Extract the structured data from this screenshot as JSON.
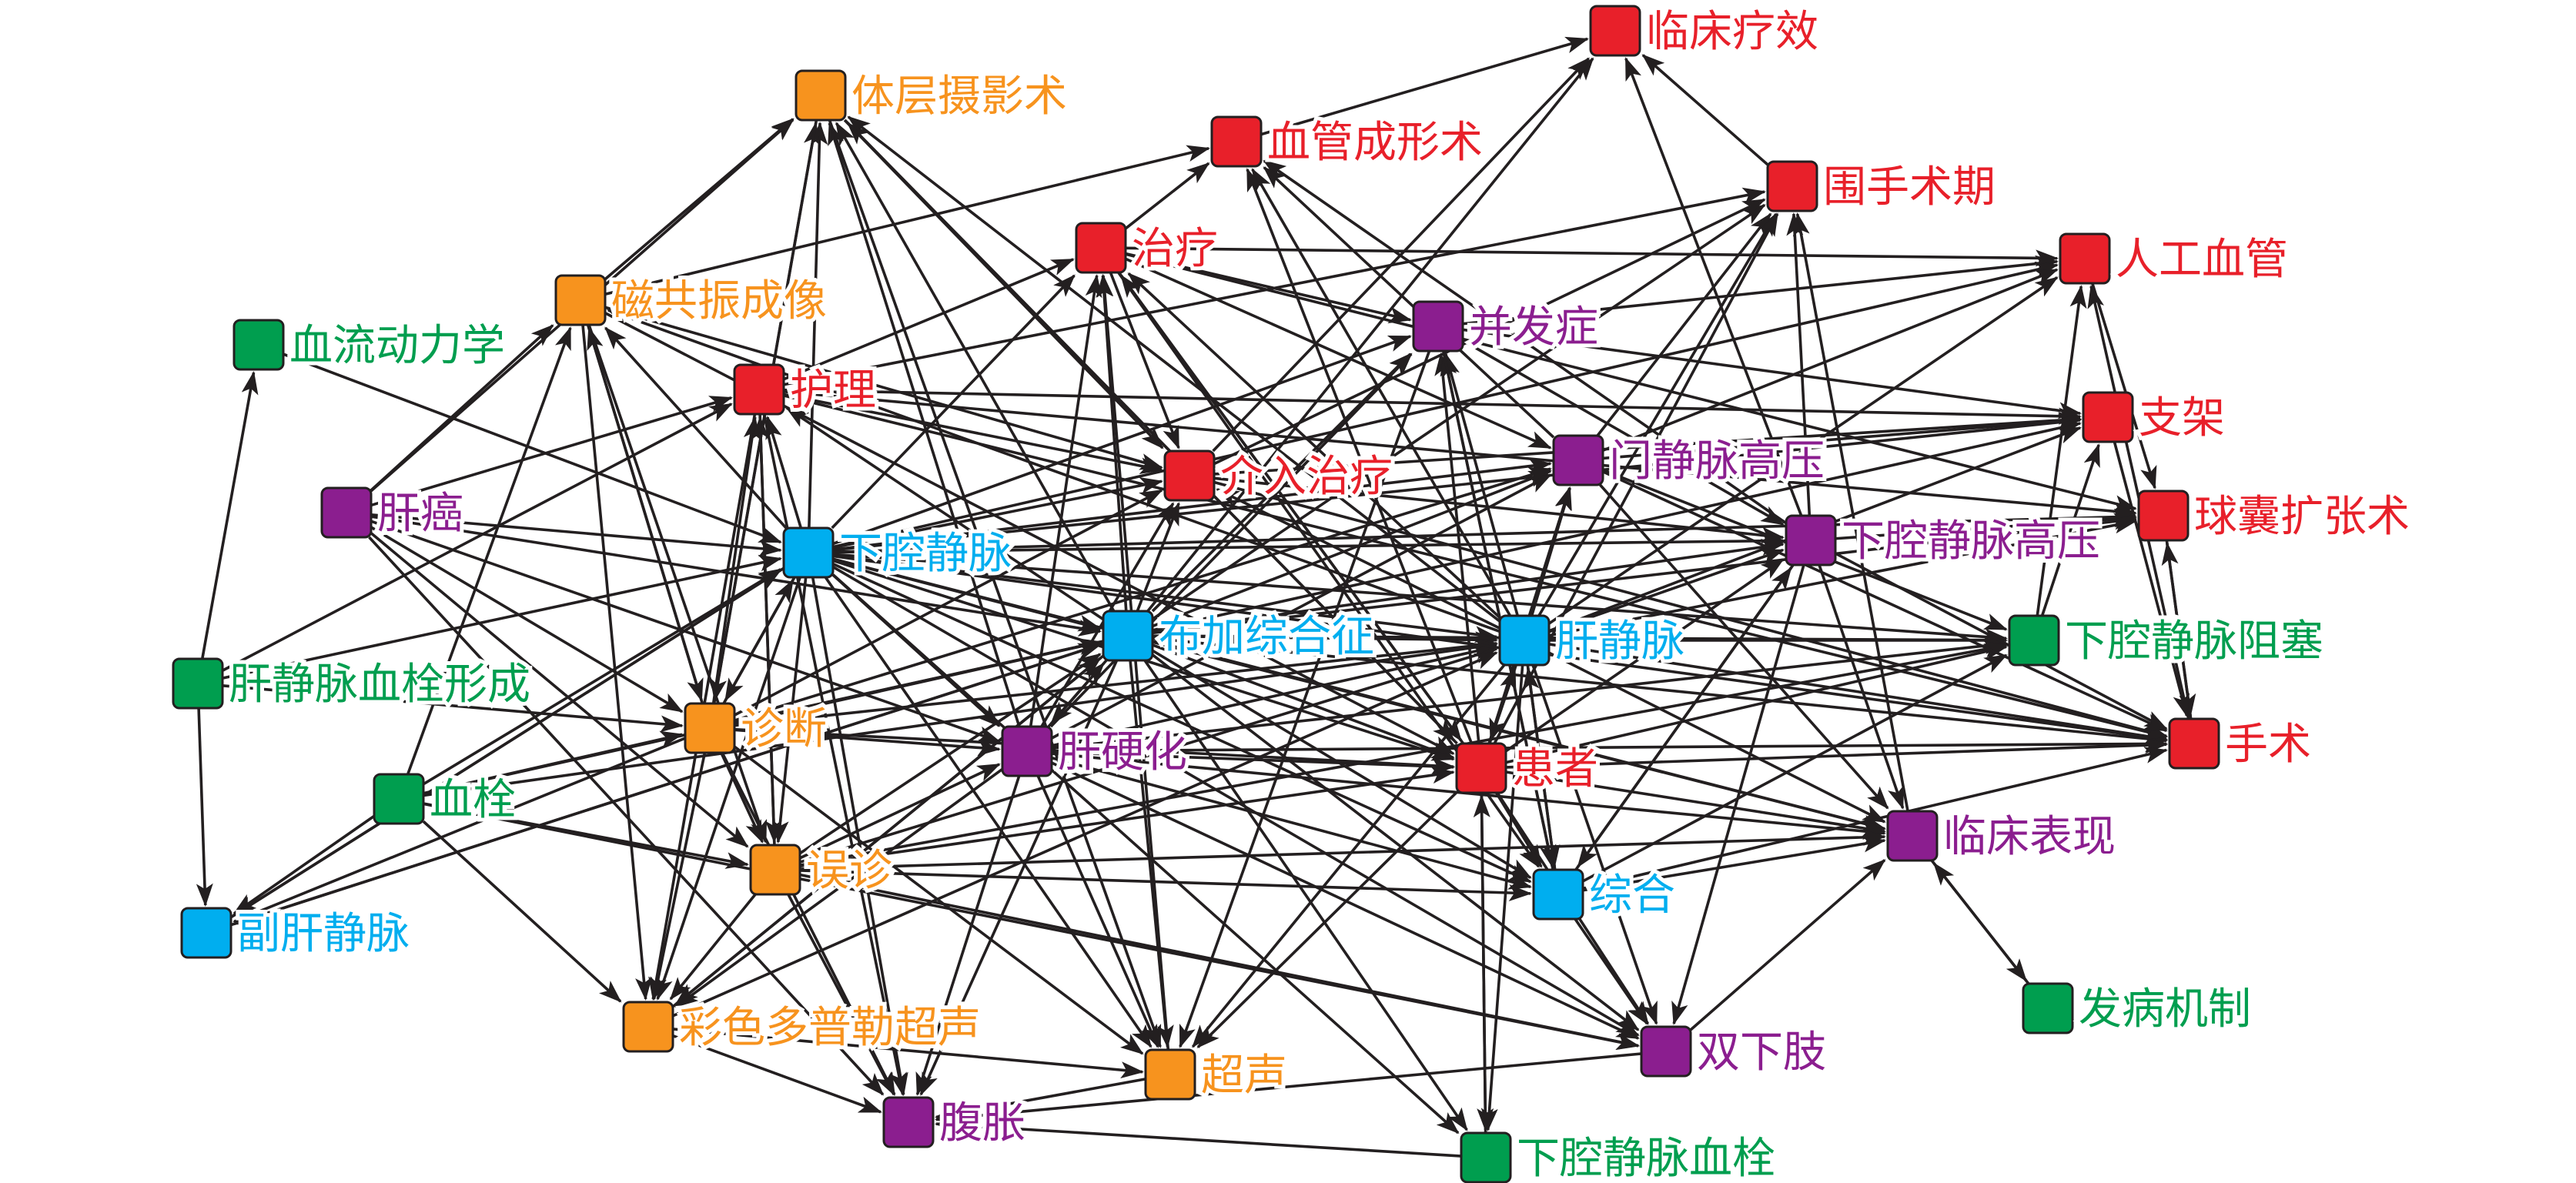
{
  "graph": {
    "colors": {
      "red": "#e8202a",
      "orange": "#f7931e",
      "blue": "#00aeef",
      "purple": "#8b1e8f",
      "green": "#009e4f",
      "edge": "#231f20"
    },
    "nodes": [
      {
        "id": "linchuangliaoxiao",
        "label": "临床疗效",
        "color": "red"
      },
      {
        "id": "tiqengsheying",
        "label": "体层摄影术",
        "color": "orange"
      },
      {
        "id": "xueguanchengxing",
        "label": "血管成形术",
        "color": "red"
      },
      {
        "id": "weishoushuqi",
        "label": "围手术期",
        "color": "red"
      },
      {
        "id": "zhiliao",
        "label": "治疗",
        "color": "red"
      },
      {
        "id": "rengongxueguan",
        "label": "人工血管",
        "color": "red"
      },
      {
        "id": "cigongzhen",
        "label": "磁共振成像",
        "color": "orange"
      },
      {
        "id": "bingfazheng",
        "label": "并发症",
        "color": "purple"
      },
      {
        "id": "xueliudonglixue",
        "label": "血流动力学",
        "color": "green"
      },
      {
        "id": "huli",
        "label": "护理",
        "color": "red"
      },
      {
        "id": "zhijia",
        "label": "支架",
        "color": "red"
      },
      {
        "id": "jieruzhiliao",
        "label": "介入治疗",
        "color": "red"
      },
      {
        "id": "menjingmaigaoya",
        "label": "门静脉高压",
        "color": "purple"
      },
      {
        "id": "ganai",
        "label": "肝癌",
        "color": "purple"
      },
      {
        "id": "qiunangkuozhang",
        "label": "球囊扩张术",
        "color": "red"
      },
      {
        "id": "xiaqiangjingmai",
        "label": "下腔静脉",
        "color": "blue"
      },
      {
        "id": "xiaqiangjingmaigaoya",
        "label": "下腔静脉高压",
        "color": "purple"
      },
      {
        "id": "bujiazonghezheng",
        "label": "布加综合征",
        "color": "blue"
      },
      {
        "id": "ganjingmai",
        "label": "肝静脉",
        "color": "blue"
      },
      {
        "id": "xiaqiangzusai",
        "label": "下腔静脉阻塞",
        "color": "green"
      },
      {
        "id": "ganjingmaixueshuan",
        "label": "肝静脉血栓形成",
        "color": "green"
      },
      {
        "id": "zhenduan",
        "label": "诊断",
        "color": "orange"
      },
      {
        "id": "shoushu",
        "label": "手术",
        "color": "red"
      },
      {
        "id": "ganyinghua",
        "label": "肝硬化",
        "color": "purple"
      },
      {
        "id": "huanzhe",
        "label": "患者",
        "color": "red"
      },
      {
        "id": "xueshuan",
        "label": "血栓",
        "color": "green"
      },
      {
        "id": "linchuangbiaoxian",
        "label": "临床表现",
        "color": "purple"
      },
      {
        "id": "wuzhen",
        "label": "误诊",
        "color": "orange"
      },
      {
        "id": "zonghe",
        "label": "综合",
        "color": "blue"
      },
      {
        "id": "fuganjingmai",
        "label": "副肝静脉",
        "color": "blue"
      },
      {
        "id": "fabingjizhi",
        "label": "发病机制",
        "color": "green"
      },
      {
        "id": "caisedopule",
        "label": "彩色多普勒超声",
        "color": "orange"
      },
      {
        "id": "shuangxiazhi",
        "label": "双下肢",
        "color": "purple"
      },
      {
        "id": "chaosheng",
        "label": "超声",
        "color": "orange"
      },
      {
        "id": "fuzhang",
        "label": "腹胀",
        "color": "purple"
      },
      {
        "id": "xiaqiangxueshuan",
        "label": "下腔静脉血栓",
        "color": "green"
      }
    ],
    "edges": [
      [
        "weishoushuqi",
        "linchuangliaoxiao"
      ],
      [
        "xiaqiangjingmaigaoya",
        "linchuangliaoxiao"
      ],
      [
        "bujiazonghezheng",
        "linchuangliaoxiao"
      ],
      [
        "jieruzhiliao",
        "linchuangliaoxiao"
      ],
      [
        "xueguanchengxing",
        "linchuangliaoxiao"
      ],
      [
        "cigongzhen",
        "tiqengsheying"
      ],
      [
        "xiaqiangjingmai",
        "tiqengsheying"
      ],
      [
        "ganyinghua",
        "tiqengsheying"
      ],
      [
        "ganjingmai",
        "tiqengsheying"
      ],
      [
        "huanzhe",
        "tiqengsheying"
      ],
      [
        "bujiazonghezheng",
        "tiqengsheying"
      ],
      [
        "ganai",
        "tiqengsheying"
      ],
      [
        "zhenduan",
        "tiqengsheying"
      ],
      [
        "cigongzhen",
        "xueguanchengxing"
      ],
      [
        "ganjingmai",
        "xueguanchengxing"
      ],
      [
        "xiaqiangjingmaigaoya",
        "xueguanchengxing"
      ],
      [
        "huanzhe",
        "xueguanchengxing"
      ],
      [
        "menjingmaigaoya",
        "xueguanchengxing"
      ],
      [
        "zhiliao",
        "xueguanchengxing"
      ],
      [
        "huli",
        "weishoushuqi"
      ],
      [
        "bujiazonghezheng",
        "weishoushuqi"
      ],
      [
        "ganjingmai",
        "weishoushuqi"
      ],
      [
        "menjingmaigaoya",
        "weishoushuqi"
      ],
      [
        "linchuangbiaoxian",
        "weishoushuqi"
      ],
      [
        "huanzhe",
        "weishoushuqi"
      ],
      [
        "xiaqiangjingmaigaoya",
        "weishoushuqi"
      ],
      [
        "jieruzhiliao",
        "weishoushuqi"
      ],
      [
        "huli",
        "zhiliao"
      ],
      [
        "xiaqiangjingmai",
        "zhiliao"
      ],
      [
        "ganyinghua",
        "zhiliao"
      ],
      [
        "ganjingmai",
        "zhiliao"
      ],
      [
        "huanzhe",
        "zhiliao"
      ],
      [
        "bujiazonghezheng",
        "zhiliao"
      ],
      [
        "chaosheng",
        "zhiliao"
      ],
      [
        "bingfazheng",
        "rengongxueguan"
      ],
      [
        "xiaqiangjingmai",
        "rengongxueguan"
      ],
      [
        "ganjingmai",
        "rengongxueguan"
      ],
      [
        "xiaqiangzusai",
        "rengongxueguan"
      ],
      [
        "shoushu",
        "rengongxueguan"
      ],
      [
        "menjingmaigaoya",
        "rengongxueguan"
      ],
      [
        "zhiliao",
        "rengongxueguan"
      ],
      [
        "ganjingmaixueshuan",
        "xueliudonglixue"
      ],
      [
        "ganjingmaixueshuan",
        "fuganjingmai"
      ],
      [
        "xiaqiangjingmai",
        "cigongzhen"
      ],
      [
        "ganai",
        "cigongzhen"
      ],
      [
        "xueshuan",
        "cigongzhen"
      ],
      [
        "zhenduan",
        "cigongzhen"
      ],
      [
        "ganjingmai",
        "cigongzhen"
      ],
      [
        "zhiliao",
        "bingfazheng"
      ],
      [
        "xiaqiangjingmai",
        "bingfazheng"
      ],
      [
        "ganjingmai",
        "bingfazheng"
      ],
      [
        "bujiazonghezheng",
        "bingfazheng"
      ],
      [
        "huanzhe",
        "bingfazheng"
      ],
      [
        "zonghe",
        "bingfazheng"
      ],
      [
        "ganyinghua",
        "bingfazheng"
      ],
      [
        "ganai",
        "huli"
      ],
      [
        "xiaqiangjingmai",
        "huli"
      ],
      [
        "ganjingmaixueshuan",
        "huli"
      ],
      [
        "zhenduan",
        "huli"
      ],
      [
        "wuzhen",
        "huli"
      ],
      [
        "bujiazonghezheng",
        "huli"
      ],
      [
        "jieruzhiliao",
        "zhijia"
      ],
      [
        "xiaqiangjingmai",
        "zhijia"
      ],
      [
        "ganjingmai",
        "zhijia"
      ],
      [
        "xiaqiangzusai",
        "zhijia"
      ],
      [
        "bujiazonghezheng",
        "zhijia"
      ],
      [
        "menjingmaigaoya",
        "zhijia"
      ],
      [
        "huli",
        "zhijia"
      ],
      [
        "bingfazheng",
        "zhijia"
      ],
      [
        "huli",
        "jieruzhiliao"
      ],
      [
        "xiaqiangjingmai",
        "jieruzhiliao"
      ],
      [
        "bujiazonghezheng",
        "jieruzhiliao"
      ],
      [
        "ganjingmai",
        "jieruzhiliao"
      ],
      [
        "cigongzhen",
        "jieruzhiliao"
      ],
      [
        "zhiliao",
        "jieruzhiliao"
      ],
      [
        "ganyinghua",
        "jieruzhiliao"
      ],
      [
        "zhenduan",
        "jieruzhiliao"
      ],
      [
        "tiqengsheying",
        "jieruzhiliao"
      ],
      [
        "xiaqiangjingmai",
        "menjingmaigaoya"
      ],
      [
        "bujiazonghezheng",
        "menjingmaigaoya"
      ],
      [
        "ganjingmai",
        "menjingmaigaoya"
      ],
      [
        "ganyinghua",
        "menjingmaigaoya"
      ],
      [
        "zhenduan",
        "menjingmaigaoya"
      ],
      [
        "huanzhe",
        "menjingmaigaoya"
      ],
      [
        "zhiliao",
        "menjingmaigaoya"
      ],
      [
        "xiaqiangjingmai",
        "qiunangkuozhang"
      ],
      [
        "bujiazonghezheng",
        "qiunangkuozhang"
      ],
      [
        "ganjingmai",
        "qiunangkuozhang"
      ],
      [
        "xiaqiangjingmaigaoya",
        "qiunangkuozhang"
      ],
      [
        "zhiliao",
        "qiunangkuozhang"
      ],
      [
        "huli",
        "qiunangkuozhang"
      ],
      [
        "rengongxueguan",
        "qiunangkuozhang"
      ],
      [
        "shoushu",
        "qiunangkuozhang"
      ],
      [
        "ganai",
        "xiaqiangjingmai"
      ],
      [
        "ganjingmaixueshuan",
        "xiaqiangjingmai"
      ],
      [
        "xueshuan",
        "xiaqiangjingmai"
      ],
      [
        "zhenduan",
        "xiaqiangjingmai"
      ],
      [
        "fuganjingmai",
        "xiaqiangjingmai"
      ],
      [
        "xueliudonglixue",
        "xiaqiangjingmai"
      ],
      [
        "bujiazonghezheng",
        "xiaqiangjingmaigaoya"
      ],
      [
        "xiaqiangjingmai",
        "xiaqiangjingmaigaoya"
      ],
      [
        "ganjingmai",
        "xiaqiangjingmaigaoya"
      ],
      [
        "jieruzhiliao",
        "xiaqiangjingmaigaoya"
      ],
      [
        "bingfazheng",
        "xiaqiangjingmaigaoya"
      ],
      [
        "huanzhe",
        "xiaqiangjingmaigaoya"
      ],
      [
        "zonghe",
        "xiaqiangjingmaigaoya"
      ],
      [
        "xiaqiangjingmai",
        "bujiazonghezheng"
      ],
      [
        "ganai",
        "bujiazonghezheng"
      ],
      [
        "xueshuan",
        "bujiazonghezheng"
      ],
      [
        "zhenduan",
        "bujiazonghezheng"
      ],
      [
        "wuzhen",
        "bujiazonghezheng"
      ],
      [
        "fuganjingmai",
        "bujiazonghezheng"
      ],
      [
        "ganyinghua",
        "bujiazonghezheng"
      ],
      [
        "caisedopule",
        "bujiazonghezheng"
      ],
      [
        "xiaqiangjingmai",
        "ganjingmai"
      ],
      [
        "bujiazonghezheng",
        "ganjingmai"
      ],
      [
        "ganyinghua",
        "ganjingmai"
      ],
      [
        "zhenduan",
        "ganjingmai"
      ],
      [
        "wuzhen",
        "ganjingmai"
      ],
      [
        "zonghe",
        "ganjingmai"
      ],
      [
        "huanzhe",
        "ganjingmai"
      ],
      [
        "xueshuan",
        "ganjingmai"
      ],
      [
        "caisedopule",
        "ganjingmai"
      ],
      [
        "xiaqiangjingmai",
        "xiaqiangzusai"
      ],
      [
        "bujiazonghezheng",
        "xiaqiangzusai"
      ],
      [
        "ganjingmai",
        "xiaqiangzusai"
      ],
      [
        "menjingmaigaoya",
        "xiaqiangzusai"
      ],
      [
        "huanzhe",
        "xiaqiangzusai"
      ],
      [
        "zonghe",
        "xiaqiangzusai"
      ],
      [
        "ganyinghua",
        "xiaqiangzusai"
      ],
      [
        "wuzhen",
        "xiaqiangzusai"
      ],
      [
        "xiaqiangjingmai",
        "zhenduan"
      ],
      [
        "ganai",
        "zhenduan"
      ],
      [
        "ganjingmaixueshuan",
        "zhenduan"
      ],
      [
        "xueshuan",
        "zhenduan"
      ],
      [
        "bujiazonghezheng",
        "zhenduan"
      ],
      [
        "cigongzhen",
        "zhenduan"
      ],
      [
        "tiqengsheying",
        "zhenduan"
      ],
      [
        "xiaqiangjingmai",
        "shoushu"
      ],
      [
        "bujiazonghezheng",
        "shoushu"
      ],
      [
        "ganjingmai",
        "shoushu"
      ],
      [
        "ganyinghua",
        "shoushu"
      ],
      [
        "huanzhe",
        "shoushu"
      ],
      [
        "zonghe",
        "shoushu"
      ],
      [
        "xiaqiangjingmaigaoya",
        "shoushu"
      ],
      [
        "qiunangkuozhang",
        "shoushu"
      ],
      [
        "zhijia",
        "shoushu"
      ],
      [
        "jieruzhiliao",
        "shoushu"
      ],
      [
        "huli",
        "shoushu"
      ],
      [
        "menjingmaigaoya",
        "shoushu"
      ],
      [
        "xiaqiangjingmai",
        "ganyinghua"
      ],
      [
        "ganai",
        "ganyinghua"
      ],
      [
        "zhenduan",
        "ganyinghua"
      ],
      [
        "bujiazonghezheng",
        "ganyinghua"
      ],
      [
        "wuzhen",
        "ganyinghua"
      ],
      [
        "xiaqiangjingmai",
        "huanzhe"
      ],
      [
        "bujiazonghezheng",
        "huanzhe"
      ],
      [
        "ganyinghua",
        "huanzhe"
      ],
      [
        "zhenduan",
        "huanzhe"
      ],
      [
        "wuzhen",
        "huanzhe"
      ],
      [
        "ganjingmai",
        "huanzhe"
      ],
      [
        "cigongzhen",
        "huanzhe"
      ],
      [
        "zhiliao",
        "huanzhe"
      ],
      [
        "xiaqiangxueshuan",
        "huanzhe"
      ],
      [
        "tiqengsheying",
        "huanzhe"
      ],
      [
        "xiaqiangjingmai",
        "linchuangbiaoxian"
      ],
      [
        "bujiazonghezheng",
        "linchuangbiaoxian"
      ],
      [
        "ganjingmai",
        "linchuangbiaoxian"
      ],
      [
        "ganyinghua",
        "linchuangbiaoxian"
      ],
      [
        "huanzhe",
        "linchuangbiaoxian"
      ],
      [
        "zonghe",
        "linchuangbiaoxian"
      ],
      [
        "menjingmaigaoya",
        "linchuangbiaoxian"
      ],
      [
        "xiaqiangjingmaigaoya",
        "linchuangbiaoxian"
      ],
      [
        "shuangxiazhi",
        "linchuangbiaoxian"
      ],
      [
        "wuzhen",
        "linchuangbiaoxian"
      ],
      [
        "fabingjizhi",
        "linchuangbiaoxian"
      ],
      [
        "xiaqiangjingmai",
        "wuzhen"
      ],
      [
        "zhenduan",
        "wuzhen"
      ],
      [
        "ganai",
        "wuzhen"
      ],
      [
        "xueshuan",
        "wuzhen"
      ],
      [
        "huli",
        "wuzhen"
      ],
      [
        "cigongzhen",
        "wuzhen"
      ],
      [
        "xiaqiangjingmai",
        "zonghe"
      ],
      [
        "bujiazonghezheng",
        "zonghe"
      ],
      [
        "ganyinghua",
        "zonghe"
      ],
      [
        "huanzhe",
        "zonghe"
      ],
      [
        "ganjingmai",
        "zonghe"
      ],
      [
        "wuzhen",
        "zonghe"
      ],
      [
        "zhiliao",
        "zonghe"
      ],
      [
        "bingfazheng",
        "zonghe"
      ],
      [
        "xiaqiangjingmaigaoya",
        "zonghe"
      ],
      [
        "xiaqiangjingmai",
        "fuganjingmai"
      ],
      [
        "xueshuan",
        "fuganjingmai"
      ],
      [
        "zhenduan",
        "fuganjingmai"
      ],
      [
        "bujiazonghezheng",
        "fuganjingmai"
      ],
      [
        "linchuangbiaoxian",
        "fabingjizhi"
      ],
      [
        "xiaqiangjingmai",
        "caisedopule"
      ],
      [
        "bujiazonghezheng",
        "caisedopule"
      ],
      [
        "zhenduan",
        "caisedopule"
      ],
      [
        "wuzhen",
        "caisedopule"
      ],
      [
        "huli",
        "caisedopule"
      ],
      [
        "xueshuan",
        "caisedopule"
      ],
      [
        "ganyinghua",
        "caisedopule"
      ],
      [
        "cigongzhen",
        "caisedopule"
      ],
      [
        "xiaqiangjingmai",
        "shuangxiazhi"
      ],
      [
        "bujiazonghezheng",
        "shuangxiazhi"
      ],
      [
        "huanzhe",
        "shuangxiazhi"
      ],
      [
        "zonghe",
        "shuangxiazhi"
      ],
      [
        "ganyinghua",
        "shuangxiazhi"
      ],
      [
        "xueshuan",
        "shuangxiazhi"
      ],
      [
        "xiaqiangjingmaigaoya",
        "shuangxiazhi"
      ],
      [
        "ganjingmai",
        "shuangxiazhi"
      ],
      [
        "wuzhen",
        "shuangxiazhi"
      ],
      [
        "xiaqiangjingmai",
        "chaosheng"
      ],
      [
        "bujiazonghezheng",
        "chaosheng"
      ],
      [
        "zhenduan",
        "chaosheng"
      ],
      [
        "ganyinghua",
        "chaosheng"
      ],
      [
        "huanzhe",
        "chaosheng"
      ],
      [
        "ganjingmai",
        "chaosheng"
      ],
      [
        "tiqengsheying",
        "chaosheng"
      ],
      [
        "caisedopule",
        "chaosheng"
      ],
      [
        "bingfazheng",
        "chaosheng"
      ],
      [
        "xiaqiangjingmai",
        "fuzhang"
      ],
      [
        "bujiazonghezheng",
        "fuzhang"
      ],
      [
        "zhenduan",
        "fuzhang"
      ],
      [
        "ganyinghua",
        "fuzhang"
      ],
      [
        "wuzhen",
        "fuzhang"
      ],
      [
        "caisedopule",
        "fuzhang"
      ],
      [
        "chaosheng",
        "fuzhang"
      ],
      [
        "xiaqiangxueshuan",
        "fuzhang"
      ],
      [
        "ganai",
        "fuzhang"
      ],
      [
        "shuangxiazhi",
        "fuzhang"
      ],
      [
        "huli",
        "fuzhang"
      ],
      [
        "xiaqiangjingmai",
        "xiaqiangxueshuan"
      ],
      [
        "ganjingmai",
        "xiaqiangxueshuan"
      ],
      [
        "huanzhe",
        "xiaqiangxueshuan"
      ],
      [
        "bujiazonghezheng",
        "xiaqiangxueshuan"
      ]
    ]
  }
}
